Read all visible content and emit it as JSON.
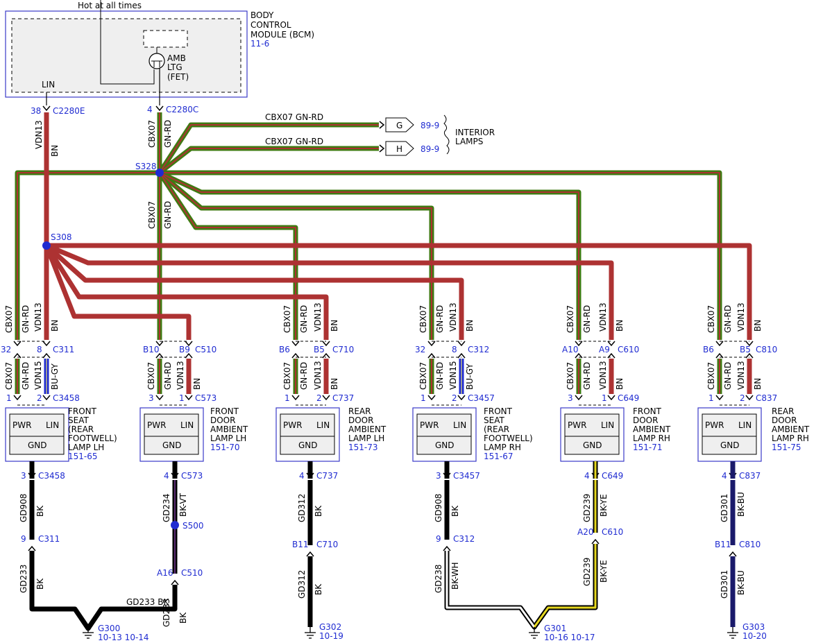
{
  "top_note": "Hot at all times",
  "bcm": {
    "name_lines": [
      "BODY",
      "CONTROL",
      "MODULE (BCM)"
    ],
    "ref": "11-6",
    "lin_label": "LIN",
    "fet_lines": [
      "AMB",
      "LTG",
      "(FET)"
    ]
  },
  "interior_lamps": {
    "label_lines": [
      "INTERIOR",
      "LAMPS"
    ],
    "g_circuit": "CBX07  GN-RD",
    "h_circuit": "CBX07  GN-RD",
    "g_tag": "G",
    "h_tag": "H",
    "g_ref": "89-9",
    "h_ref": "89-9"
  },
  "splices": {
    "s328": "S328",
    "s308": "S308",
    "s500": "S500"
  },
  "top_wires": {
    "lin_pin": "38",
    "lin_conn": "C2280E",
    "lin_circuit": "VDN13",
    "lin_color": "BN",
    "pwr_pin": "4",
    "pwr_conn": "C2280C",
    "pwr_circuit": "CBX07",
    "pwr_color": "GN-RD",
    "trunk_circuit": "CBX07",
    "trunk_color": "GN-RD"
  },
  "colors": {
    "green": "#3f7a12",
    "red": "#ad3232",
    "blue": "#1f2bd1",
    "yellow": "#e6d820",
    "ground": "#000000",
    "navy": "#1a1a6b",
    "module_fill": "#efefef",
    "module_border": "#3a3ac8"
  },
  "lamps": [
    {
      "id": "front-seat-lh",
      "upper_pwr_pin": "32",
      "upper_lin_pin": "8",
      "upper_conn": "C311",
      "pwr_circuit": "CBX07",
      "pwr_color": "GN-RD",
      "lin_circuit": "VDN13",
      "lin_color": "BN",
      "lower_pwr_circuit": "CBX07",
      "lower_pwr_color": "GN-RD",
      "lower_lin_circuit": "VDN15",
      "lower_lin_color": "BU-GY",
      "pwr_pin": "1",
      "lin_pin": "2",
      "conn": "C3458",
      "name_lines": [
        "FRONT",
        "SEAT",
        "(REAR",
        "FOOTWELL)",
        "LAMP LH"
      ],
      "ref": "151-65",
      "pwr": "PWR",
      "lin": "LIN",
      "gnd": "GND",
      "gnd_pin": "3",
      "gnd_conn": "C3458",
      "gnd_circuit": "GD908",
      "gnd_color": "BK",
      "mid_pin": "9",
      "mid_conn": "C311",
      "low_circuit": "GD233",
      "low_color": "BK"
    },
    {
      "id": "front-door-lh",
      "upper_pwr_pin": "B10",
      "upper_lin_pin": "B9",
      "upper_conn": "C510",
      "lower_pwr_circuit": "CBX07",
      "lower_pwr_color": "GN-RD",
      "lower_lin_circuit": "VDN13",
      "lower_lin_color": "BN",
      "pwr_pin": "3",
      "lin_pin": "1",
      "conn": "C573",
      "name_lines": [
        "FRONT",
        "DOOR",
        "AMBIENT",
        "LAMP LH"
      ],
      "ref": "151-70",
      "pwr": "PWR",
      "lin": "LIN",
      "gnd": "GND",
      "gnd_pin": "4",
      "gnd_conn": "C573",
      "gnd_circuit": "GD234",
      "gnd_color": "BK-VT",
      "low_circuit": "GD233",
      "low_color": "BK",
      "mid_pin": "A16",
      "mid_conn": "C510"
    },
    {
      "id": "rear-door-lh",
      "upper_pwr_pin": "B6",
      "upper_lin_pin": "B5",
      "upper_conn": "C710",
      "pwr_circuit": "CBX07",
      "pwr_color": "GN-RD",
      "lin_circuit": "VDN13",
      "lin_color": "BN",
      "lower_pwr_circuit": "CBX07",
      "lower_pwr_color": "GN-RD",
      "lower_lin_circuit": "VDN13",
      "lower_lin_color": "BN",
      "pwr_pin": "1",
      "lin_pin": "2",
      "conn": "C737",
      "name_lines": [
        "REAR",
        "DOOR",
        "AMBIENT",
        "LAMP LH"
      ],
      "ref": "151-73",
      "pwr": "PWR",
      "lin": "LIN",
      "gnd": "GND",
      "gnd_pin": "4",
      "gnd_conn": "C737",
      "gnd_circuit": "GD312",
      "gnd_color": "BK",
      "mid_pin": "B11",
      "mid_conn": "C710",
      "low_circuit": "GD312",
      "low_color": "BK"
    },
    {
      "id": "front-seat-rh",
      "upper_pwr_pin": "32",
      "upper_lin_pin": "8",
      "upper_conn": "C312",
      "pwr_circuit": "CBX07",
      "pwr_color": "GN-RD",
      "lin_circuit": "VDN13",
      "lin_color": "BN",
      "lower_pwr_circuit": "CBX07",
      "lower_pwr_color": "GN-RD",
      "lower_lin_circuit": "VDN15",
      "lower_lin_color": "BU-GY",
      "pwr_pin": "1",
      "lin_pin": "2",
      "conn": "C3457",
      "name_lines": [
        "FRONT",
        "SEAT",
        "(REAR",
        "FOOTWELL)",
        "LAMP RH"
      ],
      "ref": "151-67",
      "pwr": "PWR",
      "lin": "LIN",
      "gnd": "GND",
      "gnd_pin": "3",
      "gnd_conn": "C3457",
      "gnd_circuit": "GD908",
      "gnd_color": "BK",
      "mid_pin": "9",
      "mid_conn": "C312",
      "low_circuit": "GD238",
      "low_color": "BK-WH"
    },
    {
      "id": "front-door-rh",
      "upper_pwr_pin": "A10",
      "upper_lin_pin": "A9",
      "upper_conn": "C610",
      "pwr_circuit": "CBX07",
      "pwr_color": "GN-RD",
      "lin_circuit": "VDN13",
      "lin_color": "BN",
      "lower_pwr_circuit": "CBX07",
      "lower_pwr_color": "GN-RD",
      "lower_lin_circuit": "VDN13",
      "lower_lin_color": "BN",
      "pwr_pin": "3",
      "lin_pin": "1",
      "conn": "C649",
      "name_lines": [
        "FRONT",
        "DOOR",
        "AMBIENT",
        "LAMP RH"
      ],
      "ref": "151-71",
      "pwr": "PWR",
      "lin": "LIN",
      "gnd": "GND",
      "gnd_pin": "4",
      "gnd_conn": "C649",
      "gnd_circuit": "GD239",
      "gnd_color": "BK-YE",
      "mid_pin": "A20",
      "mid_conn": "C610",
      "low_circuit": "GD239",
      "low_color": "BK-YE"
    },
    {
      "id": "rear-door-rh",
      "upper_pwr_pin": "B6",
      "upper_lin_pin": "B5",
      "upper_conn": "C810",
      "pwr_circuit": "CBX07",
      "pwr_color": "GN-RD",
      "lin_circuit": "VDN13",
      "lin_color": "BN",
      "lower_pwr_circuit": "CBX07",
      "lower_pwr_color": "GN-RD",
      "lower_lin_circuit": "VDN13",
      "lower_lin_color": "BN",
      "pwr_pin": "1",
      "lin_pin": "2",
      "conn": "C837",
      "name_lines": [
        "REAR",
        "DOOR",
        "AMBIENT",
        "LAMP RH"
      ],
      "ref": "151-75",
      "pwr": "PWR",
      "lin": "LIN",
      "gnd": "GND",
      "gnd_pin": "4",
      "gnd_conn": "C837",
      "gnd_circuit": "GD301",
      "gnd_color": "BK-BU",
      "mid_pin": "B11",
      "mid_conn": "C810",
      "low_circuit": "GD301",
      "low_color": "BK-BU"
    }
  ],
  "grounds": [
    {
      "id": "g300",
      "name": "G300",
      "refs": "10-13 10-14",
      "bus_label": "GD233  BK"
    },
    {
      "id": "g302",
      "name": "G302",
      "refs": "10-19"
    },
    {
      "id": "g301",
      "name": "G301",
      "refs": "10-16 10-17"
    },
    {
      "id": "g303",
      "name": "G303",
      "refs": "10-20"
    }
  ]
}
